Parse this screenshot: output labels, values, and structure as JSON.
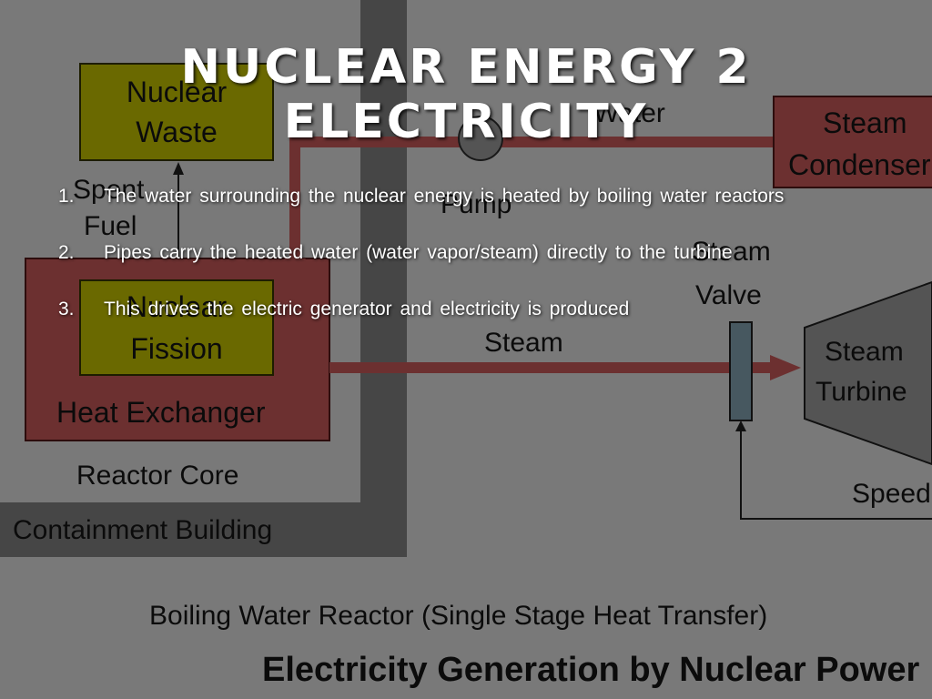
{
  "slide": {
    "title": "NUCLEAR ENERGY 2 ELECTRICITY",
    "bullets": [
      {
        "num": "1.",
        "text": "The water surrounding the nuclear energy is heated by boiling water reactors"
      },
      {
        "num": "2.",
        "text": "Pipes carry the heated water (water vapor/steam) directly to the turbine"
      },
      {
        "num": "3.",
        "text": "This drives the electric generator and electricity is produced"
      }
    ]
  },
  "diagram": {
    "labels": {
      "nuclear_waste_1": "Nuclear",
      "nuclear_waste_2": "Waste",
      "spent_fuel_1": "Spent",
      "spent_fuel_2": "Fuel",
      "nuclear_fission_1": "Nuclear",
      "nuclear_fission_2": "Fission",
      "heat_exchanger": "Heat Exchanger",
      "reactor_core": "Reactor Core",
      "containment_building": "Containment Building",
      "water": "Water",
      "pump": "Pump",
      "steam_condenser_1": "Steam",
      "steam_condenser_2": "Condenser",
      "steam_valve_1": "Steam",
      "steam_valve_2": "Valve",
      "steam": "Steam",
      "steam_turbine_1": "Steam",
      "steam_turbine_2": "Turbine",
      "speed": "Speed",
      "caption": "Boiling Water Reactor (Single Stage Heat Transfer)",
      "heading": "Electricity Generation by Nuclear Power"
    },
    "colors": {
      "background": "#f2f2f2",
      "gray_wall": "#8c8c8c",
      "yellow_box": "#d4d200",
      "red_box": "#d96060",
      "pipe": "#d96060",
      "valve": "#8fb0c0",
      "pump": "#a8a8a8"
    }
  }
}
